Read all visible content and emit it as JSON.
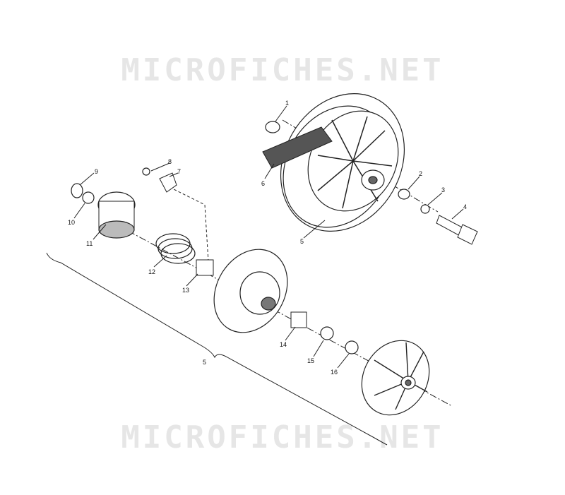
{
  "watermark": {
    "top": "MICROFICHES.NET",
    "bottom": "MICROFICHES.NET"
  },
  "callouts": [
    "1",
    "2",
    "3",
    "4",
    "5",
    "6",
    "7",
    "8",
    "9",
    "10",
    "11",
    "12",
    "13",
    "14",
    "15",
    "16",
    "5"
  ]
}
